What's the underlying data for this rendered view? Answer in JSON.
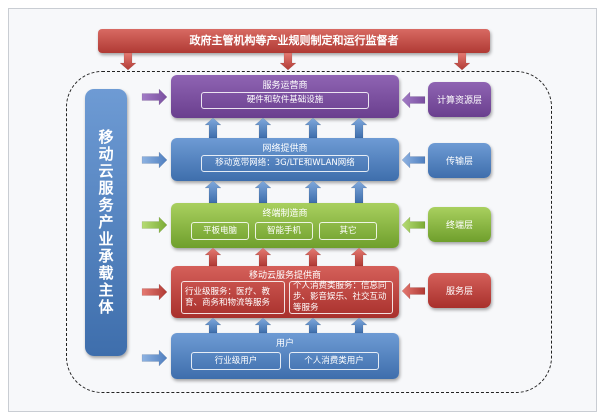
{
  "regulator": {
    "label": "政府主管机构等产业规则制定和运行监督者"
  },
  "main_entity": {
    "label": "移动云服务产业承载主体"
  },
  "service_operator": {
    "title": "服务运营商",
    "items": [
      "硬件和软件基础设施"
    ]
  },
  "network_provider": {
    "title": "网络提供商",
    "items": [
      "移动宽带网络：3G/LTE和WLAN网络"
    ]
  },
  "terminal_maker": {
    "title": "终端制造商",
    "items": [
      "平板电脑",
      "智能手机",
      "其它"
    ]
  },
  "cloud_service_provider": {
    "title": "移动云服务提供商",
    "items": [
      "行业级服务：医疗、教育、商务和物流等服务",
      "个人消费类服务：信息同步、影音娱乐、社交互动等服务"
    ]
  },
  "users": {
    "title": "用户",
    "items": [
      "行业级用户",
      "个人消费类用户"
    ]
  },
  "layers": {
    "compute": "计算资源层",
    "transport": "传输层",
    "terminal": "终端层",
    "service": "服务层"
  },
  "colors": {
    "purple": "#7a4fa0",
    "blue": "#4f7fbf",
    "green": "#86b43f",
    "red": "#bf3d38"
  }
}
